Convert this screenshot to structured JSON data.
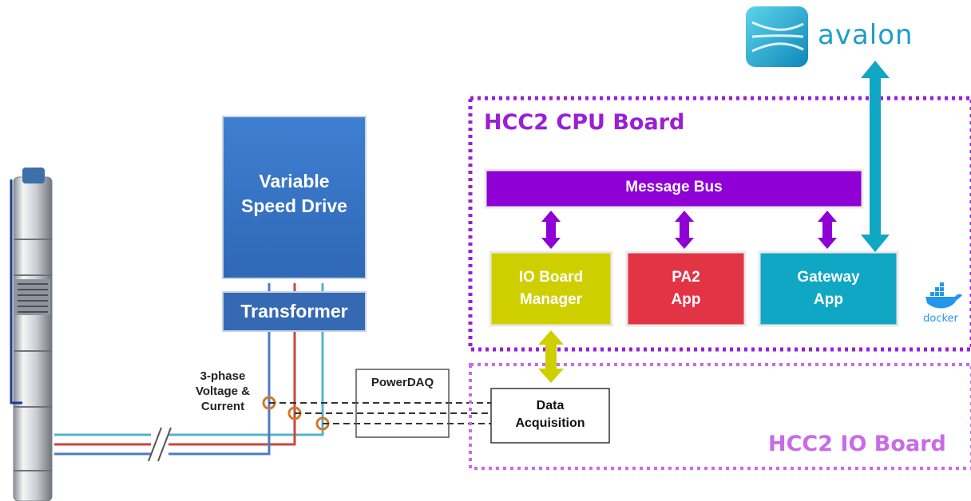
{
  "brand": {
    "logo_text": "avalon",
    "logo_color": "#1c9fc9",
    "accent": "#0fa7c4"
  },
  "drive": {
    "line1": "Variable",
    "line2": "Speed Drive"
  },
  "transformer": {
    "label": "Transformer"
  },
  "measurement": {
    "line1": "3-phase",
    "line2": "Voltage &",
    "line3": "Current"
  },
  "powerdaq": {
    "label": "PowerDAQ"
  },
  "daq": {
    "line1": "Data",
    "line2": "Acquisition"
  },
  "cpu_board": {
    "title": "HCC2 CPU Board",
    "frame_color": "#9a1fd6"
  },
  "io_board": {
    "title": "HCC2 IO Board",
    "frame_color": "#c86be6"
  },
  "message_bus": {
    "label": "Message Bus",
    "color": "#8e00d6"
  },
  "apps": [
    {
      "line1": "IO Board",
      "line2": "Manager",
      "color": "#cfcf00"
    },
    {
      "line1": "PA2",
      "line2": "App",
      "color": "#e23444"
    },
    {
      "line1": "Gateway",
      "line2": "App",
      "color": "#0fa7c4"
    }
  ],
  "docker": {
    "label": "docker",
    "color": "#2396ed"
  },
  "colors": {
    "phase_blue": "#4f79c6",
    "phase_red": "#c9473f",
    "phase_teal": "#55b3c8",
    "bus_arrow": "#8e00d6",
    "io_arrow": "#cfcf00"
  }
}
